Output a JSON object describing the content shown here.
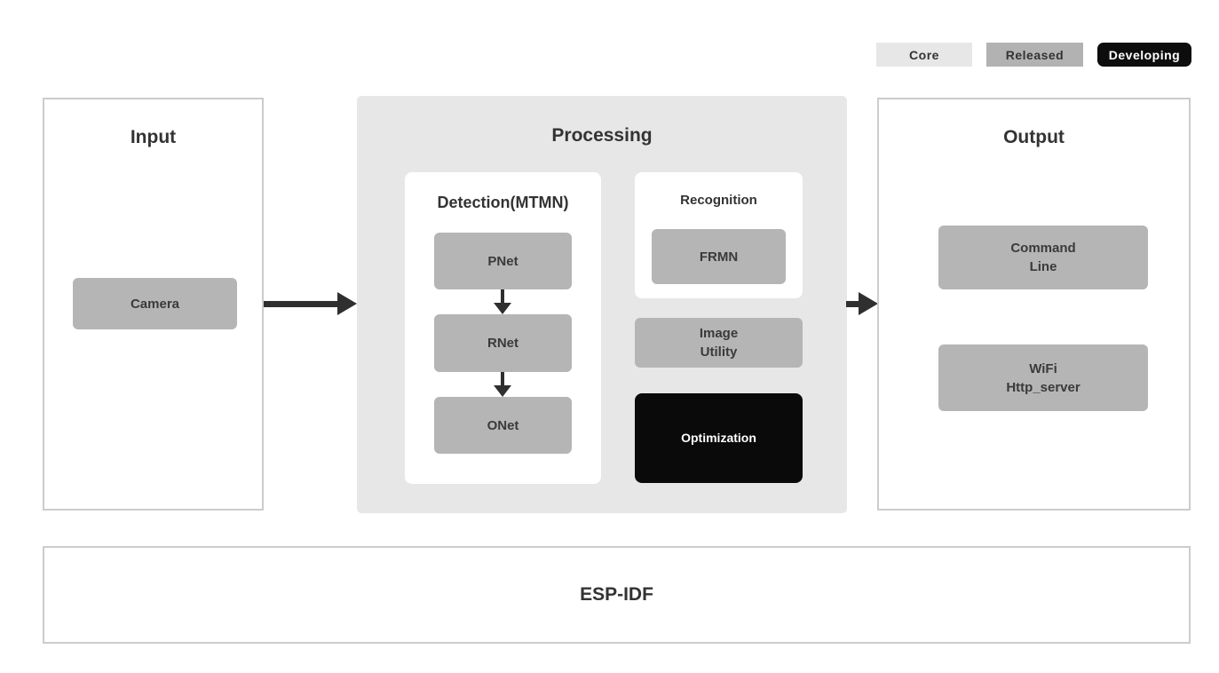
{
  "legend": {
    "items": [
      {
        "id": "core",
        "label": "Core",
        "bg": "#e7e7e7",
        "fg": "#333333"
      },
      {
        "id": "released",
        "label": "Released",
        "bg": "#b2b2b2",
        "fg": "#333333"
      },
      {
        "id": "developing",
        "label": "Developing",
        "bg": "#0d0d0d",
        "fg": "#ffffff"
      }
    ]
  },
  "input": {
    "title": "Input",
    "blocks": [
      {
        "label": "Camera",
        "status": "released"
      }
    ]
  },
  "processing": {
    "title": "Processing",
    "detection": {
      "title": "Detection(MTMN)",
      "blocks": [
        {
          "label": "PNet",
          "status": "released"
        },
        {
          "label": "RNet",
          "status": "released"
        },
        {
          "label": "ONet",
          "status": "released"
        }
      ]
    },
    "recognition": {
      "title": "Recognition",
      "blocks": [
        {
          "label": "FRMN",
          "status": "released"
        }
      ]
    },
    "image_utility": {
      "line1": "Image",
      "line2": "Utility",
      "status": "released"
    },
    "optimization": {
      "label": "Optimization",
      "status": "developing"
    }
  },
  "output": {
    "title": "Output",
    "blocks": [
      {
        "line1": "Command",
        "line2": "Line",
        "status": "released"
      },
      {
        "line1": "WiFi",
        "line2": "Http_server",
        "status": "released"
      }
    ]
  },
  "foundation": {
    "title": "ESP-IDF"
  },
  "colors": {
    "core_bg": "#e7e7e7",
    "released_bg": "#b5b5b5",
    "developing_bg": "#0d0d0d",
    "panel_border": "#cccccc",
    "text_dark": "#333333",
    "arrow": "#2f2f2f"
  }
}
